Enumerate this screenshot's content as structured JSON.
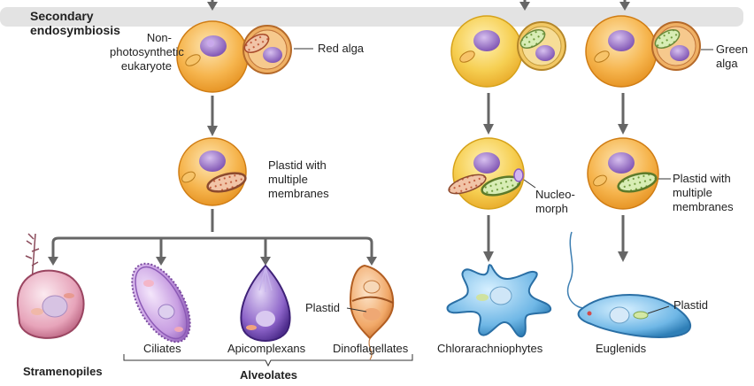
{
  "section": {
    "title": "Secondary\nendosymbiosis"
  },
  "left": {
    "host_label": "Non-\nphotosynthetic\neukaryote",
    "alga_label": "Red alga",
    "plastid_label": "Plastid with\nmultiple\nmembranes",
    "organisms": [
      "Ciliates",
      "Apicomplexans",
      "Dinoflagellates"
    ],
    "dino_plastid": "Plastid",
    "stramenopiles": "Stramenopiles",
    "alveolates": "Alveolates"
  },
  "right": {
    "alga_label": "Green\nalga",
    "nucleomorph_label": "Nucleo-\nmorph",
    "plastid_label": "Plastid with\nmultiple\nmembranes",
    "chlor_label": "Chlorarachniophytes",
    "eugl_label": "Euglenids",
    "eugl_plastid": "Plastid"
  },
  "colors": {
    "cell": "#f3a733",
    "nucleus": "#9b6fc6",
    "red_plastid": "#d98a6d",
    "green_plastid": "#b9d78a",
    "arrow": "#666666",
    "band": "#e4e4e4"
  }
}
